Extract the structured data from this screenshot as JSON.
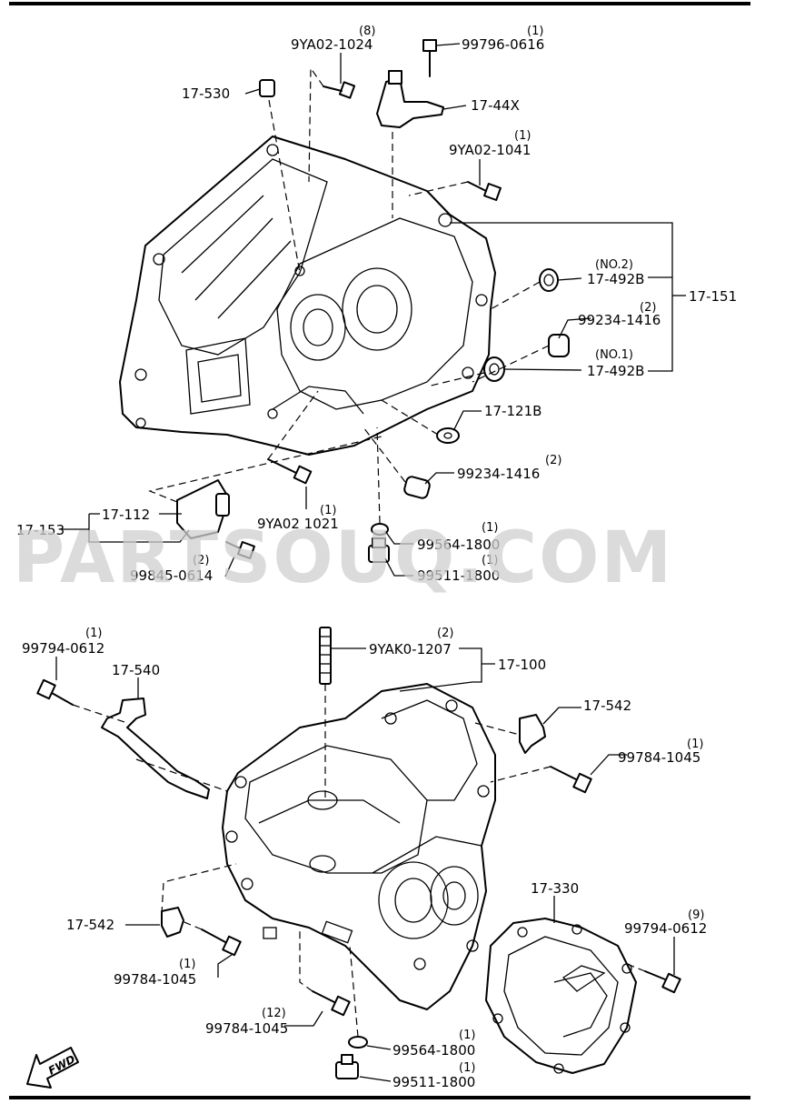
{
  "watermark": "PARTSOUQ.COM",
  "fwd_label": "FWD",
  "top_labels": {
    "p_9ya02_1024": "9YA02-1024",
    "q_9ya02_1024": "(8)",
    "p_99796_0616": "99796-0616",
    "q_99796_0616": "(1)",
    "p_17_530": "17-530",
    "p_17_44x": "17-44X",
    "p_9ya02_1041": "9YA02-1041",
    "q_9ya02_1041": "(1)",
    "p_17_492b_no2": "17-492B",
    "q_17_492b_no2": "(NO.2)",
    "p_17_151": "17-151",
    "p_99234_1416_a": "99234-1416",
    "q_99234_1416_a": "(2)",
    "p_17_492b_no1": "17-492B",
    "q_17_492b_no1": "(NO.1)",
    "p_17_121b": "17-121B",
    "p_99234_1416_b": "99234-1416",
    "q_99234_1416_b": "(2)",
    "p_17_112": "17-112",
    "p_17_153": "17-153",
    "p_9ya02_1021": "9YA02 1021",
    "q_9ya02_1021": "(1)",
    "p_99845_0614": "99845-0614",
    "q_99845_0614": "(2)",
    "p_99564_1800": "99564-1800",
    "q_99564_1800": "(1)",
    "p_99511_1800": "99511-1800",
    "q_99511_1800": "(1)"
  },
  "bottom_labels": {
    "p_99794_0612_a": "99794-0612",
    "q_99794_0612_a": "(1)",
    "p_17_540": "17-540",
    "p_9yak0_1207": "9YAK0-1207",
    "q_9yak0_1207": "(2)",
    "p_17_100": "17-100",
    "p_17_542_a": "17-542",
    "p_99784_1045_a": "99784-1045",
    "q_99784_1045_a": "(1)",
    "p_17_330": "17-330",
    "p_99794_0612_b": "99794-0612",
    "q_99794_0612_b": "(9)",
    "p_17_542_b": "17-542",
    "p_99784_1045_b": "99784-1045",
    "q_99784_1045_b": "(1)",
    "p_99784_1045_c": "99784-1045",
    "q_99784_1045_c": "(12)",
    "p_99564_1800": "99564-1800",
    "q_99564_1800": "(1)",
    "p_99511_1800": "99511-1800",
    "q_99511_1800": "(1)"
  }
}
